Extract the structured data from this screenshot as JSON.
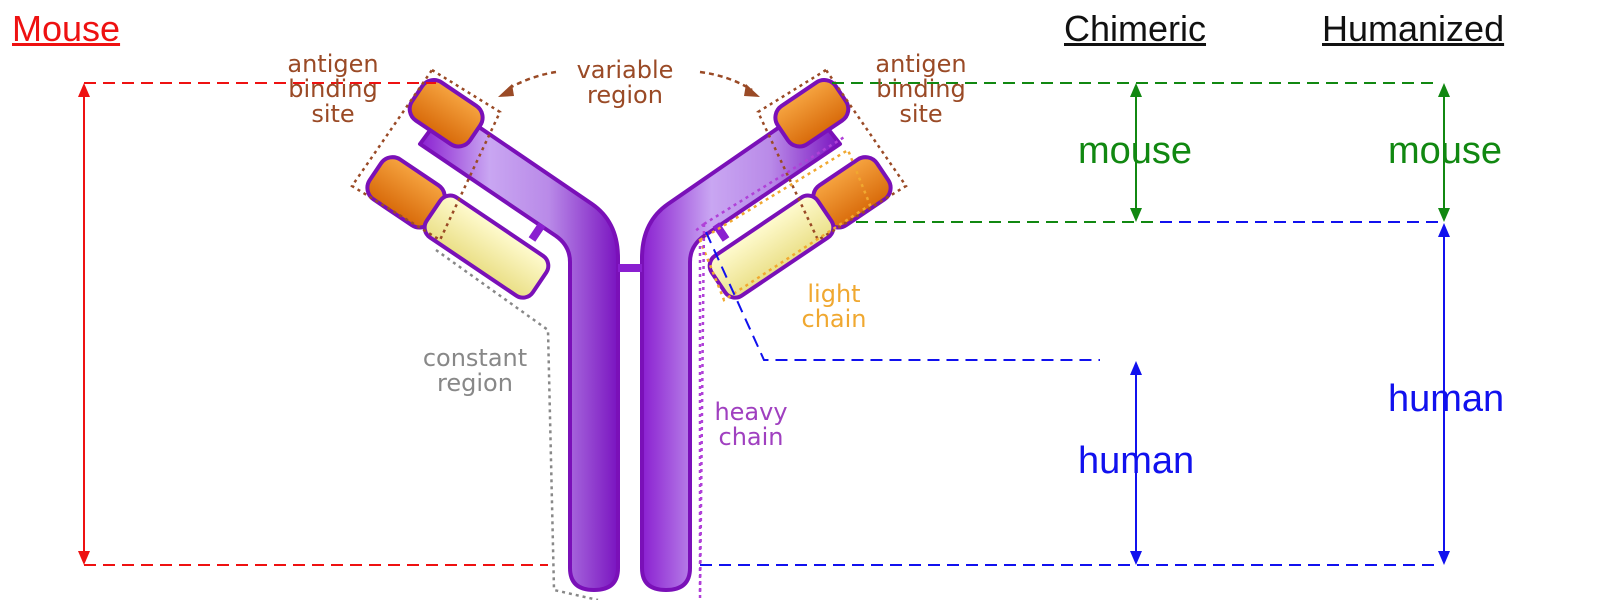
{
  "headers": {
    "mouse": {
      "text": "Mouse",
      "color": "#ee1111"
    },
    "chimeric": {
      "text": "Chimeric",
      "color": "#111111"
    },
    "humanized": {
      "text": "Humanized",
      "color": "#111111"
    }
  },
  "comparison_labels": {
    "chimeric_top": "mouse",
    "chimeric_bottom": "human",
    "humanized_top": "mouse",
    "humanized_bottom": "human"
  },
  "antibody_labels": {
    "antigen_binding_left": [
      "antigen",
      "binding",
      "site"
    ],
    "antigen_binding_right": [
      "antigen",
      "binding",
      "site"
    ],
    "variable_region": [
      "variable",
      "region"
    ],
    "constant_region": [
      "constant",
      "region"
    ],
    "light_chain": [
      "light",
      "chain"
    ],
    "heavy_chain": [
      "heavy",
      "chain"
    ]
  },
  "colors": {
    "mouse_red": "#ee1111",
    "mouse_green": "#118811",
    "human_blue": "#1111ee",
    "heavy_chain_purple": "#9b30d9",
    "light_chain_yellow": "#f8f0a8",
    "variable_orange": "#f08a1a",
    "label_brown": "#9a4a26",
    "constant_gray": "#888888",
    "light_label_orange": "#f0a830",
    "heavy_label_purple": "#a040c0"
  }
}
